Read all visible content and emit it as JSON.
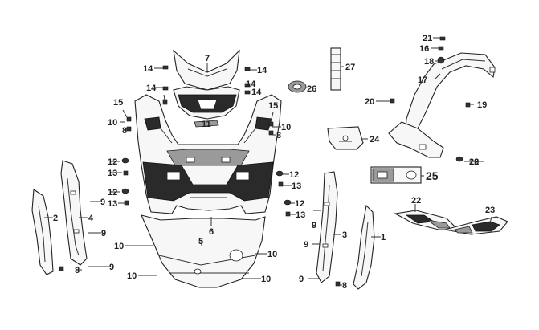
{
  "diagram": {
    "labels": [
      "1",
      "2",
      "3",
      "4",
      "5",
      "6",
      "7",
      "8",
      "9",
      "10",
      "12",
      "13",
      "14",
      "15",
      "16",
      "17",
      "18",
      "19",
      "20",
      "21",
      "22",
      "23",
      "24",
      "25",
      "26",
      "27"
    ]
  }
}
